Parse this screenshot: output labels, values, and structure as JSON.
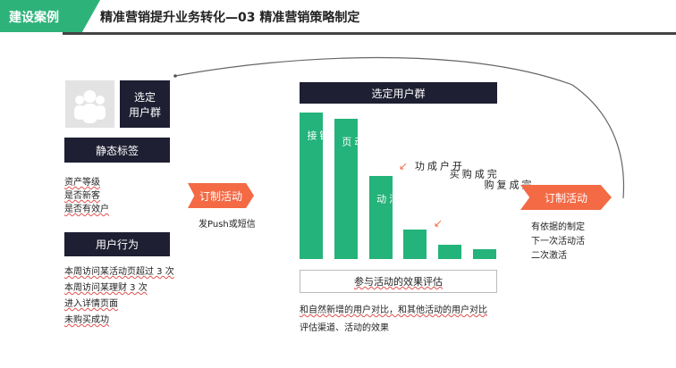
{
  "header": {
    "tag": "建设案例",
    "title": "精准营销提升业务转化—03 精准营销策略制定"
  },
  "left": {
    "select_group": "选定\n用户群",
    "static_tags": {
      "title": "静态标签",
      "items": [
        "资产等级",
        "是否新客",
        "是否有效户"
      ]
    },
    "behavior": {
      "title": "用户行为",
      "items": [
        "本周访问某活动页超过 3 次",
        "本周访问某理财 3 次",
        "进入详情页面",
        "未购买成功"
      ]
    },
    "arrow_label": "订制活动",
    "arrow_note": "发Push或短信"
  },
  "middle": {
    "header": "选定用户群",
    "funnel": [
      {
        "label": "点击链接",
        "value": 100
      },
      {
        "label": "进入活动页",
        "value": 96
      },
      {
        "label": "参与活动",
        "value": 57
      },
      {
        "label": "开户成功",
        "value": 20
      },
      {
        "label": "完成购买",
        "value": 10
      },
      {
        "label": "完成复购",
        "value": 7
      }
    ],
    "eval_title": "参与活动的效果评估",
    "notes": [
      "和自然新增的用户对比，和其他活动的用户对比",
      "评估渠道、活动的效果"
    ]
  },
  "right": {
    "arrow_label": "订制活动",
    "notes": [
      "有依据的制定",
      "下一次活动活",
      "二次激活"
    ]
  },
  "colors": {
    "green": "#24b37a",
    "dark": "#1f1f33",
    "orange": "#f36a45"
  }
}
